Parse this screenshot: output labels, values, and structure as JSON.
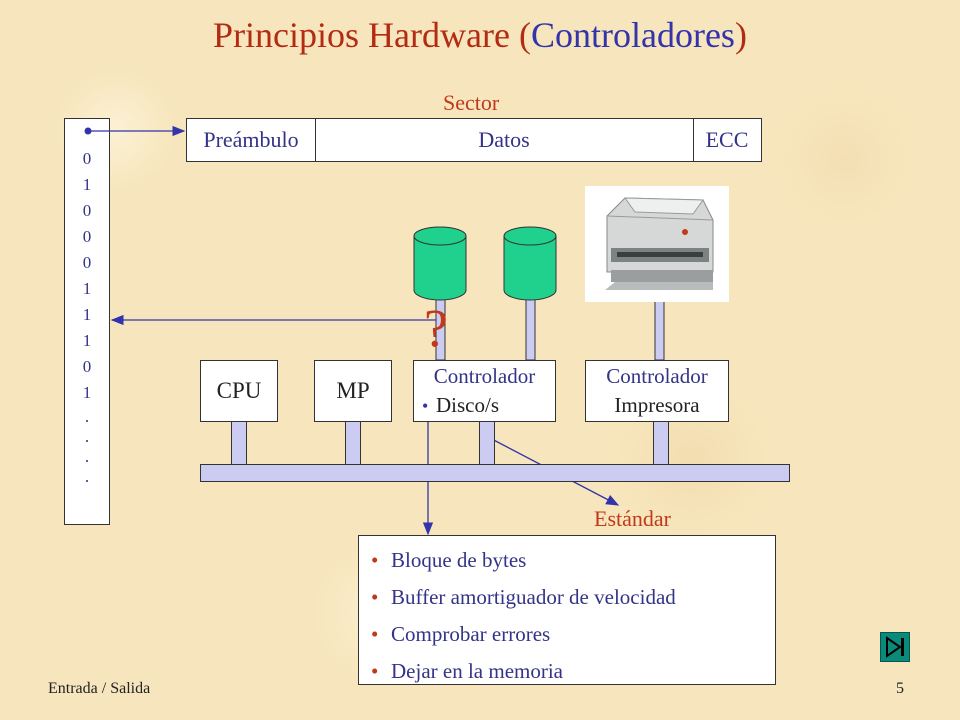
{
  "slide": {
    "title_main": "Principios Hardware ",
    "title_paren_open": "(",
    "title_highlight": "Controladores",
    "title_paren_close": ")",
    "page_number": "5",
    "footer_left": "Entrada / Salida"
  },
  "sector": {
    "label": "Sector",
    "fields": [
      "Preámbulo",
      "Datos",
      "ECC"
    ]
  },
  "bitstream": {
    "bits": [
      "0",
      "1",
      "0",
      "0",
      "0",
      "1",
      "1",
      "1",
      "0",
      "1",
      ".",
      ".",
      ".",
      "."
    ]
  },
  "components": {
    "cpu": "CPU",
    "mp": "MP",
    "disk_controller_line1": "Controlador",
    "disk_controller_line2": "Disco/s",
    "printer_controller_line1": "Controlador",
    "printer_controller_line2": "Impresora",
    "question_mark": "?",
    "standard_label": "Estándar"
  },
  "bullets": [
    "Bloque de bytes",
    "Buffer amortiguador de velocidad",
    "Comprobar errores",
    "Dejar en la memoria"
  ],
  "colors": {
    "title_red": "#b22b12",
    "title_blue": "#3333aa",
    "text_navy": "#333388",
    "cylinder_green": "#1fd18c",
    "bus_lavender": "#ccccf2",
    "nav_teal": "#0a8a7a"
  }
}
